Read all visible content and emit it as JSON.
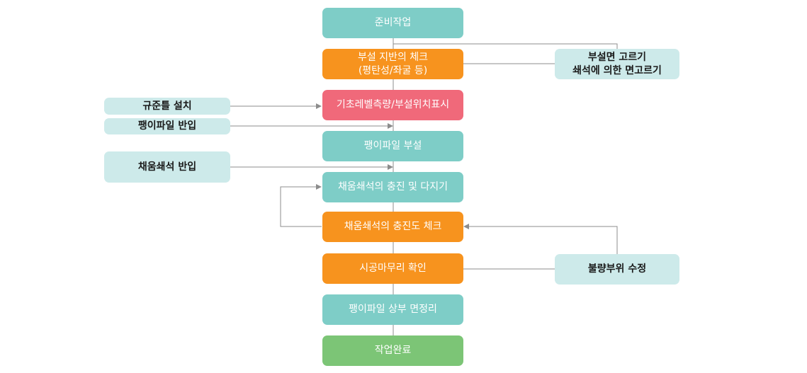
{
  "colors": {
    "teal": "#7ecdc7",
    "orange": "#f7931e",
    "red": "#f0697a",
    "green": "#7cc576",
    "side": "#cdeaea",
    "line": "#8c8c8c"
  },
  "flow": {
    "steps": [
      {
        "label": "준비작업",
        "color": "teal"
      },
      {
        "label": "부설 지반의 체크\n(평탄성/좌굴 등)",
        "color": "orange"
      },
      {
        "label": "기초레벨측량/부설위치표시",
        "color": "red"
      },
      {
        "label": "팽이파일 부설",
        "color": "teal"
      },
      {
        "label": "채움쇄석의 충진 및 다지기",
        "color": "teal"
      },
      {
        "label": "채움쇄석의 충진도 체크",
        "color": "orange"
      },
      {
        "label": "시공마무리 확인",
        "color": "orange"
      },
      {
        "label": "팽이파일 상부 면정리",
        "color": "teal"
      },
      {
        "label": "작업완료",
        "color": "green"
      }
    ],
    "left_inputs": [
      {
        "label": "규준틀 설치"
      },
      {
        "label": "팽이파일 반입"
      },
      {
        "label": "채움쇄석 반입"
      }
    ],
    "right_notes": [
      {
        "label": "부설면 고르기\n쇄석에 의한 면고르기"
      },
      {
        "label": "불량부위 수정"
      }
    ]
  }
}
